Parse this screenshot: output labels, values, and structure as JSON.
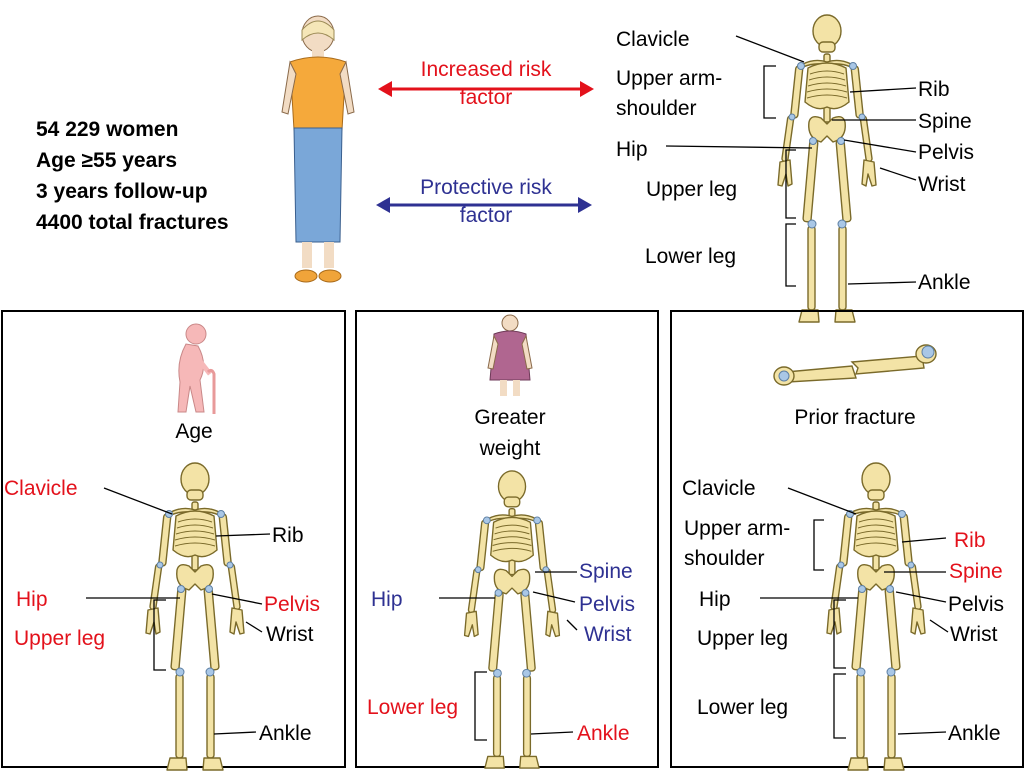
{
  "stats": {
    "line1": "54 229 women",
    "line2": "Age ≥55 years",
    "line3": "3 years follow-up",
    "line4": "4400 total fractures"
  },
  "legend": {
    "increased": "Increased risk factor",
    "protective": "Protective risk factor"
  },
  "colors": {
    "increased": "#e3111b",
    "protective": "#2e3192",
    "neutral": "#000000",
    "bone": "#f3e3a6",
    "bone_stroke": "#7a6a2a",
    "joint": "#a9c7e6"
  },
  "top": {
    "clavicle": "Clavicle",
    "upper_arm_shoulder": "Upper arm-shoulder",
    "hip": "Hip",
    "upper_leg": "Upper leg",
    "lower_leg": "Lower leg",
    "rib": "Rib",
    "spine": "Spine",
    "pelvis": "Pelvis",
    "wrist": "Wrist",
    "ankle": "Ankle"
  },
  "panels": [
    {
      "title": "Age",
      "icon": "elderly-person-with-cane-icon",
      "labels": {
        "clavicle": "Clavicle",
        "rib": "Rib",
        "hip": "Hip",
        "pelvis": "Pelvis",
        "upper_leg": "Upper leg",
        "wrist": "Wrist",
        "ankle": "Ankle"
      }
    },
    {
      "title": "Greater weight",
      "icon": "heavy-woman-icon",
      "labels": {
        "spine": "Spine",
        "hip": "Hip",
        "pelvis": "Pelvis",
        "wrist": "Wrist",
        "lower_leg": "Lower leg",
        "ankle": "Ankle"
      }
    },
    {
      "title": "Prior fracture",
      "icon": "broken-bone-icon",
      "labels": {
        "clavicle": "Clavicle",
        "upper_arm_shoulder": "Upper arm-shoulder",
        "rib": "Rib",
        "spine": "Spine",
        "hip": "Hip",
        "pelvis": "Pelvis",
        "upper_leg": "Upper leg",
        "wrist": "Wrist",
        "lower_leg": "Lower leg",
        "ankle": "Ankle"
      }
    }
  ]
}
